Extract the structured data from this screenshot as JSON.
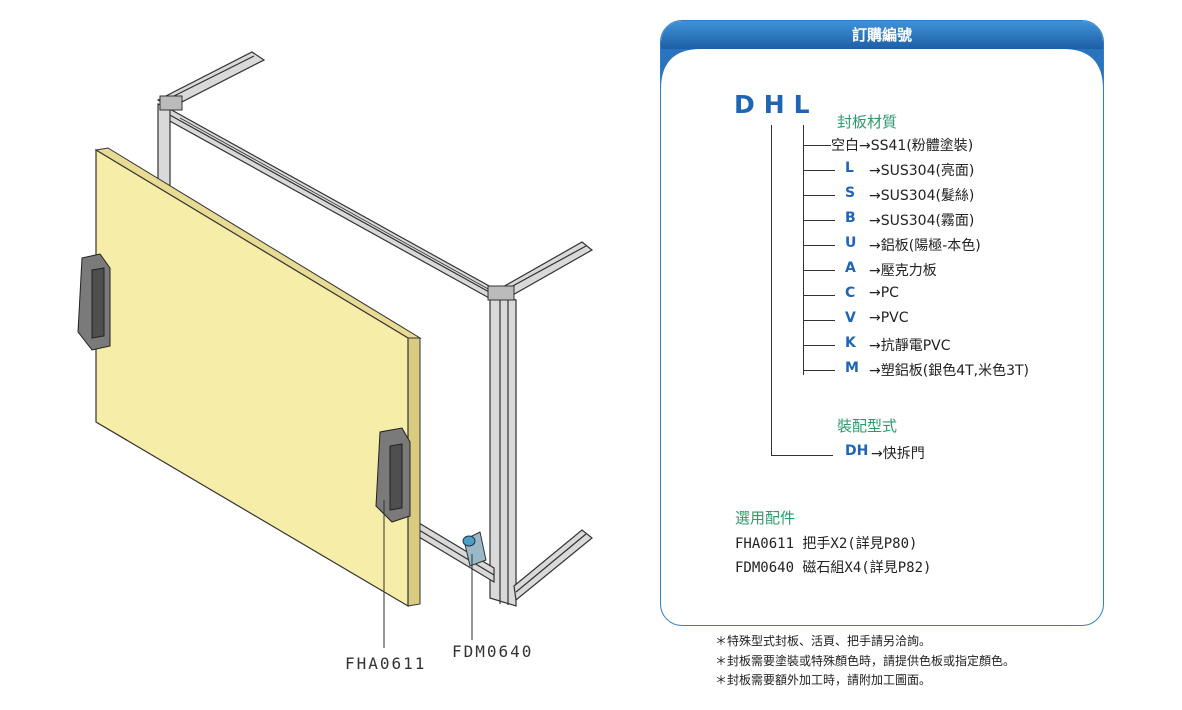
{
  "illustration": {
    "callouts": {
      "handle": "FHA0611",
      "magnet": "FDM0640"
    }
  },
  "panel": {
    "title": "訂購編號",
    "code": "DHL",
    "material_group": "封板材質",
    "materials": [
      {
        "key": "",
        "value": "空白→SS41(粉體塗裝)"
      },
      {
        "key": "L",
        "value": "→SUS304(亮面)"
      },
      {
        "key": "S",
        "value": "→SUS304(髮絲)"
      },
      {
        "key": "B",
        "value": "→SUS304(霧面)"
      },
      {
        "key": "U",
        "value": "→鋁板(陽極-本色)"
      },
      {
        "key": "A",
        "value": "→壓克力板"
      },
      {
        "key": "C",
        "value": "→PC"
      },
      {
        "key": "V",
        "value": "→PVC"
      },
      {
        "key": "K",
        "value": "→抗靜電PVC"
      },
      {
        "key": "M",
        "value": "→塑鋁板(銀色4T,米色3T)"
      }
    ],
    "assembly_group": "裝配型式",
    "assembly": {
      "key": "DH",
      "value": "→快拆門"
    },
    "accessories_group": "選用配件",
    "accessories": [
      "FHA0611 把手X2(詳見P80)",
      "FDM0640 磁石組X4(詳見P82)"
    ]
  },
  "notes": [
    "＊特殊型式封板、活頁、把手請另洽詢。",
    "＊封板需要塗裝或特殊顏色時，請提供色板或指定顏色。",
    "＊封板需要額外加工時，請附加工圖面。"
  ],
  "colors": {
    "accent": "#1e66b5",
    "header": "#2f7fc7",
    "green": "#2e9a6b",
    "panel_fill": "#f6eda8"
  }
}
